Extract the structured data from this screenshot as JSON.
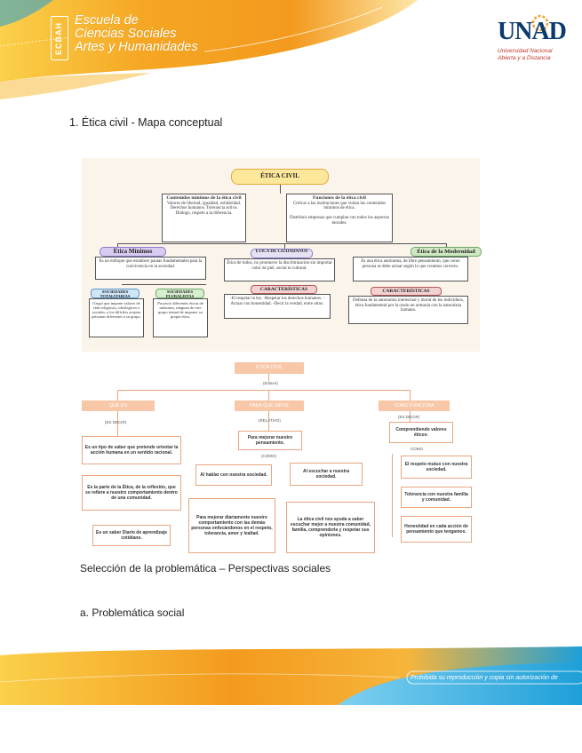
{
  "header": {
    "side_label": "ECBAH",
    "school_lines": [
      "Escuela de",
      "Ciencias Sociales",
      "Artes y Humanidades"
    ],
    "logo": {
      "name": "UNAD",
      "sub_lines": [
        "Universidad Nacional",
        "Abierta y a Distancia"
      ]
    }
  },
  "content": {
    "item1": "1.  Ética civil - Mapa conceptual",
    "section_title": "Selección de la problemática – Perspectivas sociales",
    "subsection": "a. Problemática social"
  },
  "map1": {
    "title": "ÉTICA CIVIL",
    "contenidos_title": "Contenidos mínimos de la ética civil",
    "contenidos_text": "Valores de libertad, igualdad, solidaridad. Derechos humanos. Tolerancia activa. Diálogo, respeto a la diferencia.",
    "funciones_title": "Funciones de la ética civil",
    "funciones_text": "Criticar a las instituciones que violan los contenidos mínimos de ética.",
    "funciones_text2": "Distribuir empresas que cumplan con todos los aspectos morales.",
    "etica_minimos": "Ética Mínimos",
    "minimos_text": "Es un enfoque que establece pautas fundamentales para la convivencia en la sociedad.",
    "ciudadano": "ÉTICA DE CIUDADANOS",
    "ciudadano_text": "Ética de todos, no promueve la discriminación sin importar color de piel, social ni cultural.",
    "modernidad": "Ética de la Modernidad",
    "modernidad_text": "Es una ética autónoma, de libre pensamiento, que como persona se debe actuar según lo que creamos correcto.",
    "soc_tot": "SOCIEDADES TOTALITARIAS",
    "soc_tot_text": "Grupo que impone valores de vida religiosos, ideológicos o sociales, a los difíciles aceptar personas diferentes a su grupo.",
    "soc_plu": "SOCIEDADES PLURALISTAS",
    "soc_plu_text": "Proyecto diferentes éticas de máximos, ninguno de este grupo tratará de imponer su propia ética.",
    "caract1": "CARACTERÍSTICAS",
    "caract1_text": "-El respetar la ley. -Respetar los derechos humanos. -Actuar con honestidad. -Decir la verdad, entre otros.",
    "caract2": "CARACTERÍSTICAS",
    "caract2_text": "Defensa de la autonomía intelectual y moral de los individuos, ética fundamental por la razón en armonía con la naturaleza humana."
  },
  "map2": {
    "root": "ÉTICA CIVIL",
    "enlace": "(Enlace)",
    "col1_head": "QUE ES",
    "col1_link": "(ES DECIR)",
    "col1_b1": "Es un tipo de saber que pretende orientar la acción humana en un sentido racional.",
    "col1_b2": "Es la parte de la Ética, de la reflexión, que se refiere a nuestro comportamiento dentro de una comunidad.",
    "col1_b3": "Es un saber Diario de aprendizaje cotidiano.",
    "col2_head": "PARA QUE SIRVE",
    "col2_link": "(RELATIVO)",
    "col2_b1": "Para mejorar nuestro pensamiento.",
    "col2_link2": "(COMO)",
    "col2_b2": "Al hablar con nuestra sociedad.",
    "col2_b3": "Al escuchar a nuestra sociedad.",
    "col2_b4": "Para mejorar diariamente nuestro comportamiento con las demás personas enfocándonos en el respeto, tolerancia, amor y lealtad.",
    "col2_b5": "La ética civil nos ayuda a saber escuchar mejor a nuestra comunidad, familia, comprenderla y respetar sus opiniones.",
    "col3_head": "COMO FUNCIONA",
    "col3_link": "(ES DECIR)",
    "col3_b1": "Comprendiendo valores éticos:",
    "col3_link2": "COMO",
    "col3_b2": "El respeto mutuo con nuestra sociedad.",
    "col3_b3": "Tolerancia con nuestra familia y comunidad.",
    "col3_b4": "Honestidad en cada acción de pensamiento que tengamos."
  },
  "footer": {
    "text": "Prohibida su reproducción y copia sin autorización de"
  },
  "colors": {
    "orange": "#f2a02f",
    "yellow": "#f9c843",
    "blue": "#1e9fd8",
    "navy": "#0b3a6e",
    "peach": "#f7c7a8"
  }
}
